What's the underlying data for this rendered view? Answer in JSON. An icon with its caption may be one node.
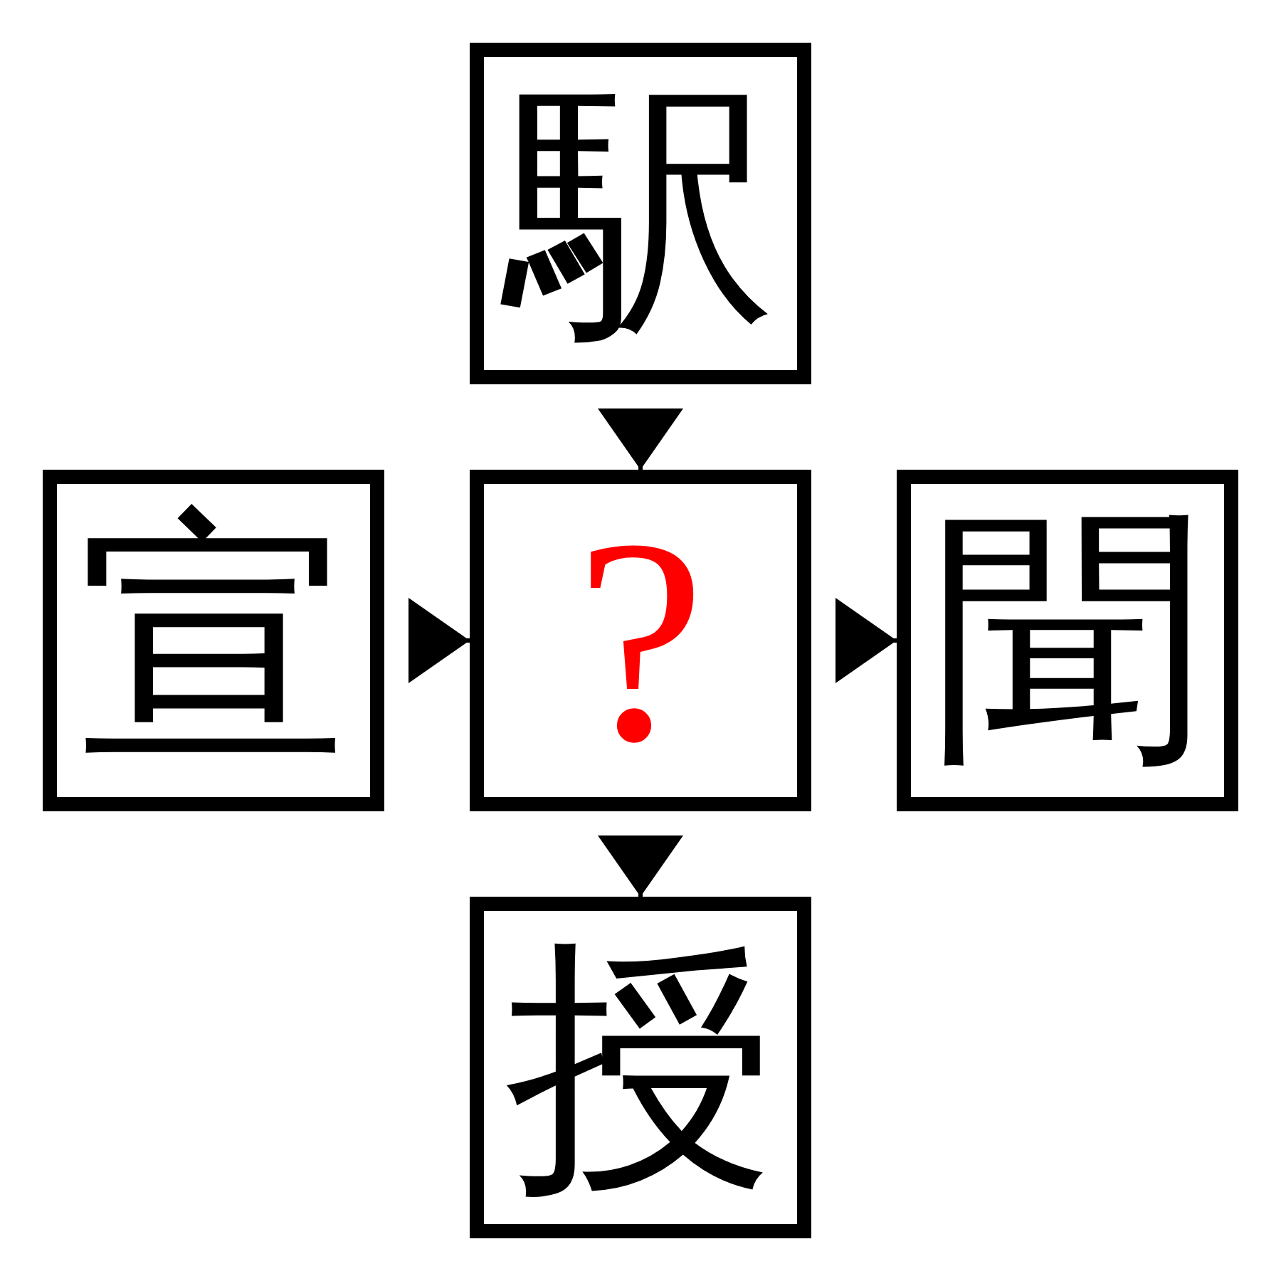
{
  "diagram": {
    "nodes": [
      {
        "text": [
          "駅"
        ]
      },
      {
        "text": [
          "宣"
        ]
      },
      {
        "text": [
          "?"
        ]
      },
      {
        "text": [
          "聞"
        ]
      },
      {
        "text": [
          "授"
        ]
      }
    ],
    "edges": [
      {
        "from": 0,
        "to": 2,
        "arrow": "to"
      },
      {
        "from": 1,
        "to": 2,
        "arrow": "to"
      },
      {
        "from": 2,
        "to": 3,
        "arrow": "to"
      },
      {
        "from": 2,
        "to": 4,
        "arrow": "to"
      }
    ]
  }
}
